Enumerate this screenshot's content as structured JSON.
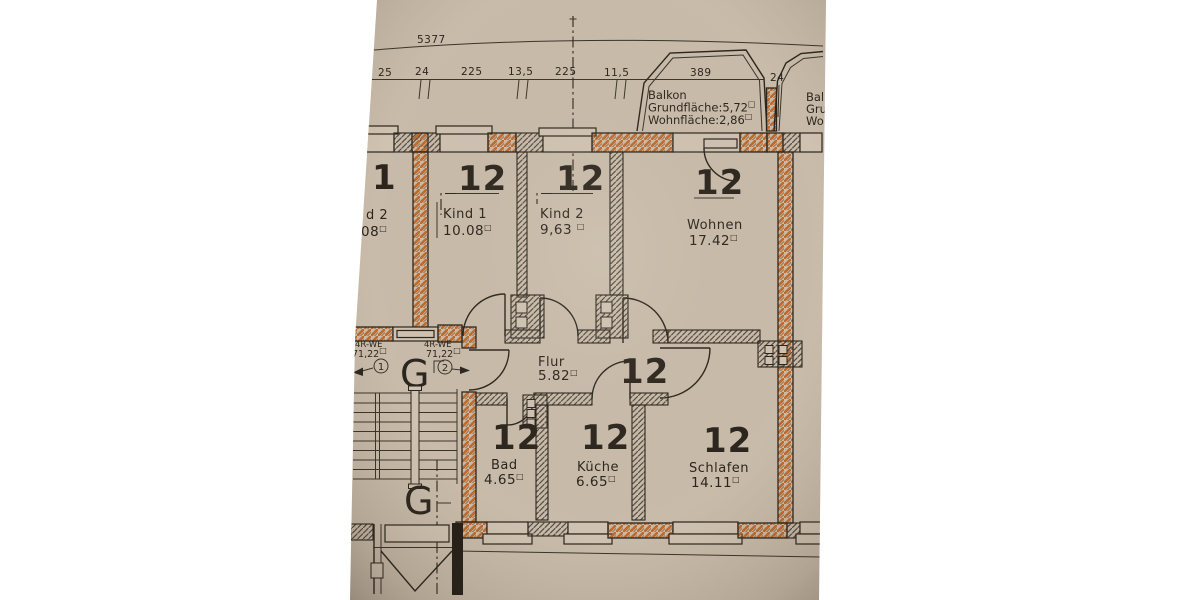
{
  "photo": {
    "top": {
      "overall": "5377",
      "dims": [
        "25",
        "24",
        "225",
        "13,5",
        "225",
        "11,5"
      ],
      "balcony_width": "389",
      "balcony_gap": "24"
    },
    "sqm": "□",
    "balcony": {
      "title": "Balkon",
      "ground": "Grundfläche:5,72",
      "living": "Wohnfläche:2,86"
    },
    "balcony2": {
      "l1": "Bal",
      "l2": "Gru",
      "l3": "Wo"
    },
    "rooms": {
      "kind1": {
        "num": "12",
        "name": "Kind 1",
        "area": "10.08"
      },
      "kind2": {
        "num": "12",
        "name": "Kind 2",
        "area": "9,63 "
      },
      "wohnen": {
        "num": "12",
        "name": "Wohnen",
        "area": "17.42"
      },
      "flur": {
        "num": "12",
        "name": "Flur",
        "area": "5.82"
      },
      "bad": {
        "num": "12",
        "name": "Bad",
        "area": "4.65"
      },
      "kueche": {
        "num": "12",
        "name": "Küche",
        "area": "6.65"
      },
      "schlafen": {
        "num": "12",
        "name": "Schlafen",
        "area": "14.11"
      }
    },
    "neighbor": {
      "num": "1",
      "name": "d 2",
      "area": "08"
    },
    "stair": {
      "g_upper": "G",
      "g_lower": "G",
      "apt1": {
        "l1": "4R-WE",
        "l2": "71,22"
      },
      "apt2": {
        "l1": "4R-WE",
        "l2": "71,22"
      },
      "n1": "1",
      "n2": "2"
    }
  }
}
